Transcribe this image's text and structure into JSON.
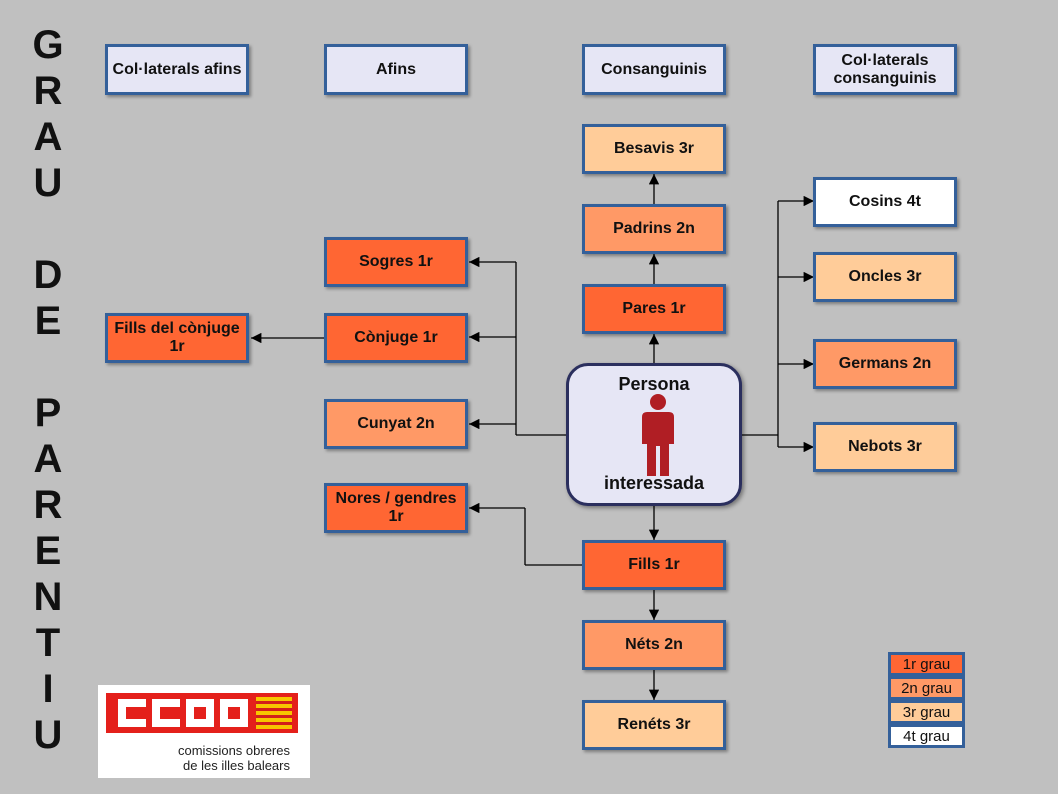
{
  "title_letters": {
    "line1": [
      "G",
      "R",
      "A",
      "U"
    ],
    "line2": [
      "D",
      "E"
    ],
    "line3": [
      "P",
      "A",
      "R",
      "E",
      "N",
      "T",
      "I",
      "U"
    ]
  },
  "headers": {
    "collaterals_afins": "Col·laterals afins",
    "afins": "Afins",
    "consanguinis": "Consanguinis",
    "collaterals_consanguinis": "Col·laterals consanguinis"
  },
  "ascendants": {
    "besavis": "Besavis 3r",
    "padrins": "Padrins 2n",
    "pares": "Pares 1r"
  },
  "person": {
    "line1": "Persona",
    "line2": "interessada",
    "icon": "person-icon"
  },
  "descendants": {
    "fills": "Fills 1r",
    "nets": "Néts 2n",
    "renets": "Renéts 3r"
  },
  "afins": {
    "sogres": "Sogres 1r",
    "conjuge": "Cònjuge 1r",
    "cunyat": "Cunyat 2n",
    "nores": "Nores / gendres 1r"
  },
  "collaterals_afins": {
    "fills_conjuge": "Fills del cònjuge 1r"
  },
  "collaterals": {
    "cosins": "Cosins 4t",
    "oncles": "Oncles 3r",
    "germans": "Germans 2n",
    "nebots": "Nebots 3r"
  },
  "legend": [
    "1r grau",
    "2n grau",
    "3r grau",
    "4t grau"
  ],
  "colors": {
    "grau1": "#ff6633",
    "grau2": "#ff9966",
    "grau3": "#ffcc99",
    "grau4": "#ffffff",
    "header": "#e6e6f5",
    "border": "#34609a",
    "logo_red": "#e4201b"
  },
  "logo": {
    "letters": "CCOO",
    "line1": "comissions obreres",
    "line2": "de les illes balears",
    "flag_icon": "senyera-flag-icon"
  }
}
